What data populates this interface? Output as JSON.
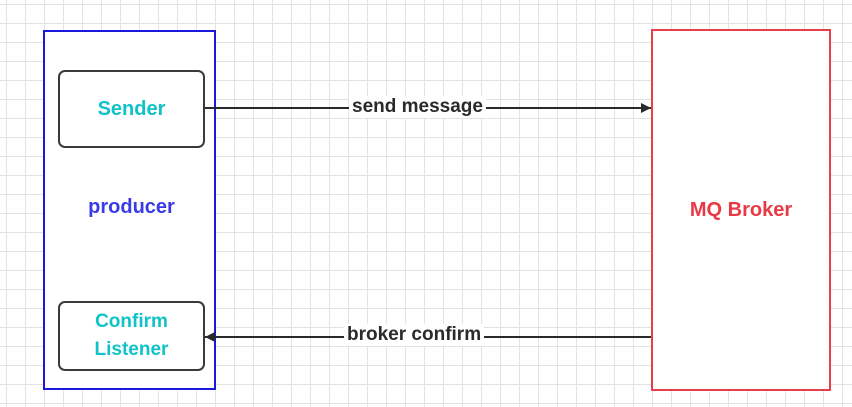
{
  "producer": {
    "label": "producer",
    "sender_label": "Sender",
    "confirm_listener_lines": [
      "Confirm",
      "Listener"
    ]
  },
  "broker": {
    "label": "MQ Broker"
  },
  "edges": {
    "send_message": "send message",
    "broker_confirm": "broker confirm"
  },
  "colors": {
    "producer_border": "#1a1adb",
    "producer_text": "#3b3be6",
    "node_text": "#11c2c9",
    "broker_border": "#e8404a",
    "broker_text": "#e83a44",
    "arrow": "#2a2a2a",
    "grid": "#e3e3e3"
  }
}
